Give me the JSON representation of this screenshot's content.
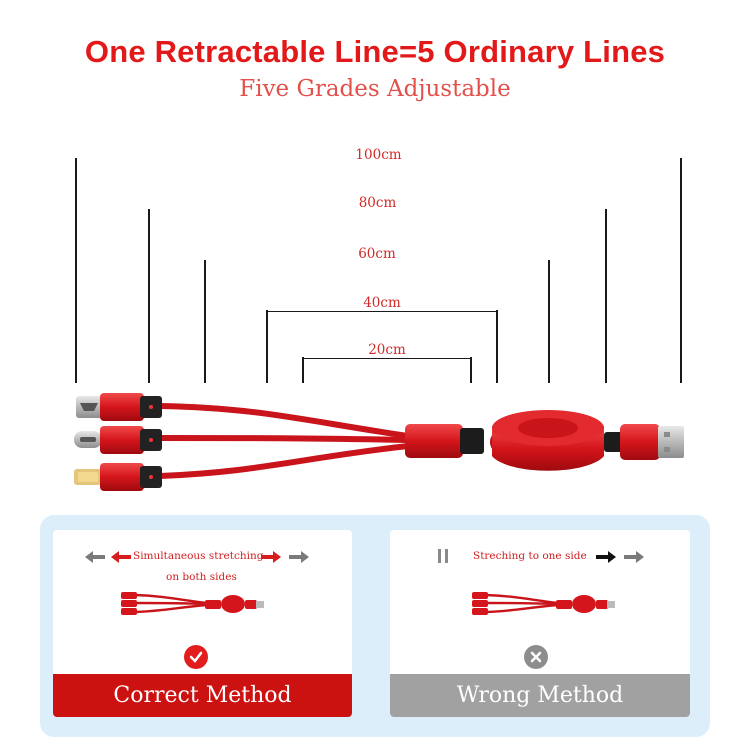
{
  "header": {
    "title": "One Retractable Line=5 Ordinary Lines",
    "subtitle": "Five Grades Adjustable"
  },
  "lengths": [
    "100cm",
    "80cm",
    "60cm",
    "40cm",
    "20cm"
  ],
  "colors": {
    "brand_red": "#e31818",
    "cable_red": "#d4151b",
    "panel_bg": "#dbeef9",
    "correct": "#cc1111",
    "wrong": "#a1a1a1"
  },
  "correct_card": {
    "instruction_line1": "Simultaneous stretching",
    "instruction_line2": "on both sides",
    "status_icon": "check-circle-icon",
    "label": "Correct Method"
  },
  "wrong_card": {
    "instruction": "Streching to one side",
    "status_icon": "x-circle-icon",
    "label": "Wrong Method"
  }
}
